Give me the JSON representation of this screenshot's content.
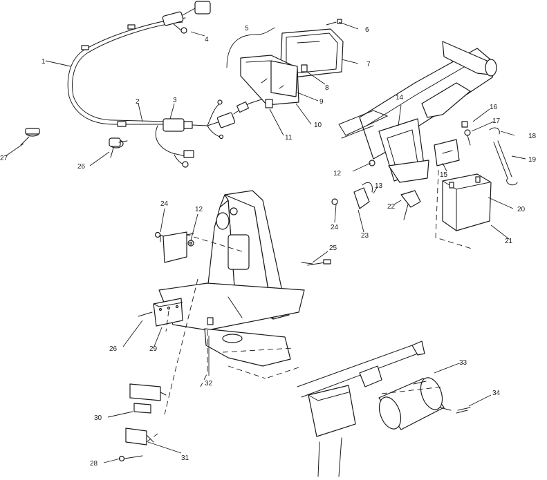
{
  "colors": {
    "ink": "#1a1a1a",
    "paper": "#ffffff"
  },
  "callouts": [
    {
      "id": "c1",
      "label": "1"
    },
    {
      "id": "c2",
      "label": "2"
    },
    {
      "id": "c3",
      "label": "3"
    },
    {
      "id": "c4",
      "label": "4"
    },
    {
      "id": "c5",
      "label": "5"
    },
    {
      "id": "c6",
      "label": "6"
    },
    {
      "id": "c7",
      "label": "7"
    },
    {
      "id": "c8",
      "label": "8"
    },
    {
      "id": "c9",
      "label": "9"
    },
    {
      "id": "c10",
      "label": "10"
    },
    {
      "id": "c11",
      "label": "11"
    },
    {
      "id": "c12a",
      "label": "12"
    },
    {
      "id": "c12b",
      "label": "12"
    },
    {
      "id": "c13",
      "label": "13"
    },
    {
      "id": "c14",
      "label": "14"
    },
    {
      "id": "c15",
      "label": "15"
    },
    {
      "id": "c16",
      "label": "16"
    },
    {
      "id": "c17",
      "label": "17"
    },
    {
      "id": "c18",
      "label": "18"
    },
    {
      "id": "c19",
      "label": "19"
    },
    {
      "id": "c20",
      "label": "20"
    },
    {
      "id": "c21",
      "label": "21"
    },
    {
      "id": "c22",
      "label": "22"
    },
    {
      "id": "c23",
      "label": "23"
    },
    {
      "id": "c24a",
      "label": "24"
    },
    {
      "id": "c24b",
      "label": "24"
    },
    {
      "id": "c25",
      "label": "25"
    },
    {
      "id": "c26a",
      "label": "26"
    },
    {
      "id": "c26b",
      "label": "26"
    },
    {
      "id": "c27",
      "label": "27"
    },
    {
      "id": "c28",
      "label": "28"
    },
    {
      "id": "c29",
      "label": "29"
    },
    {
      "id": "c30",
      "label": "30"
    },
    {
      "id": "c31",
      "label": "31"
    },
    {
      "id": "c32",
      "label": "32"
    },
    {
      "id": "c33",
      "label": "33"
    },
    {
      "id": "c34",
      "label": "34"
    }
  ]
}
